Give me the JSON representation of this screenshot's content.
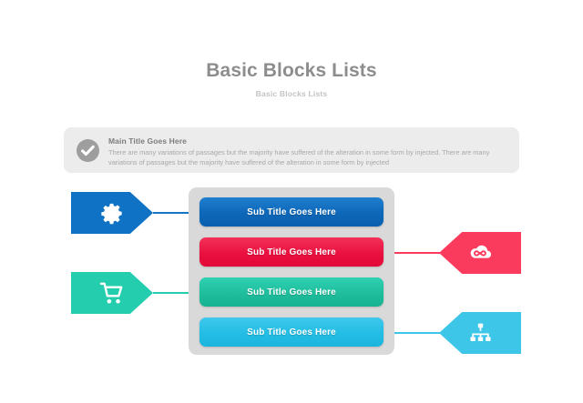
{
  "page": {
    "title": "Basic Blocks Lists",
    "subtitle": "Basic Blocks Lists",
    "background_color": "#ffffff",
    "title_color": "#8d8d8d",
    "subtitle_color": "#c3c3c3"
  },
  "header_panel": {
    "icon": "check-circle-icon",
    "icon_color": "#9e9e9e",
    "background_color": "#ececec",
    "title": "Main Title Goes Here",
    "body": "There are many variations of passages but the majority have  suffered of the alteration in some form by injected. There are many variations of passages but the majority have  suffered of the alteration in some form by injected"
  },
  "stack_panel": {
    "background_color": "#d9d9d9",
    "blocks": [
      {
        "label": "Sub Title Goes Here",
        "color": "#0e67b8",
        "connector_side": "left"
      },
      {
        "label": "Sub Title Goes Here",
        "color": "#ea1040",
        "connector_side": "right"
      },
      {
        "label": "Sub Title Goes Here",
        "color": "#1fbd9c",
        "connector_side": "left"
      },
      {
        "label": "Sub Title Goes Here",
        "color": "#24bde4",
        "connector_side": "right"
      }
    ]
  },
  "pennants": [
    {
      "icon": "gear-icon",
      "color": "#0f72c4",
      "side": "left",
      "row": 1
    },
    {
      "icon": "cloud-infinity-icon",
      "color": "#fb3b5e",
      "side": "right",
      "row": 2
    },
    {
      "icon": "shopping-cart-icon",
      "color": "#23cdae",
      "side": "left",
      "row": 3
    },
    {
      "icon": "sitemap-icon",
      "color": "#3ec6e8",
      "side": "right",
      "row": 4
    }
  ]
}
